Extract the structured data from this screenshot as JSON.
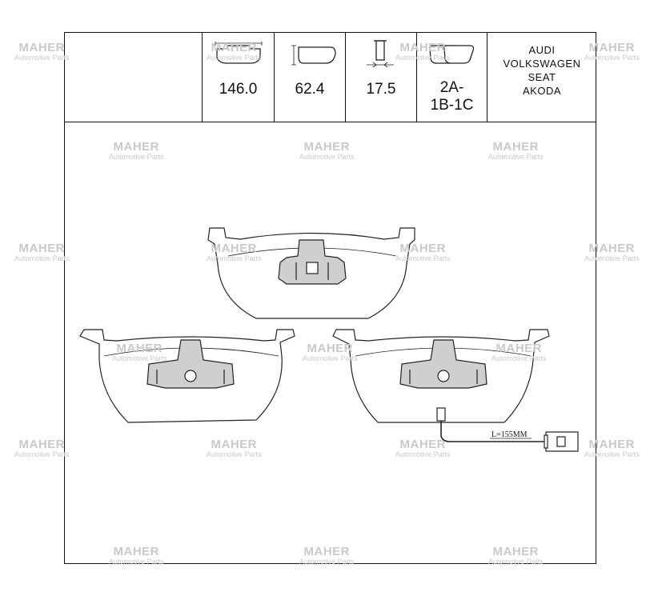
{
  "dimensions": {
    "width": "146.0",
    "height": "62.4",
    "thickness": "17.5",
    "wva": "2A-\n1B-1C"
  },
  "wva_line1": "2A-",
  "wva_line2": "1B-1C",
  "brands": [
    "AUDI",
    "VOLKSWAGEN",
    "SEAT",
    "AKODA"
  ],
  "sensor_length_label": "L=155MM",
  "watermark": {
    "brand": "MAHER",
    "sub": "Automotive Parts"
  }
}
